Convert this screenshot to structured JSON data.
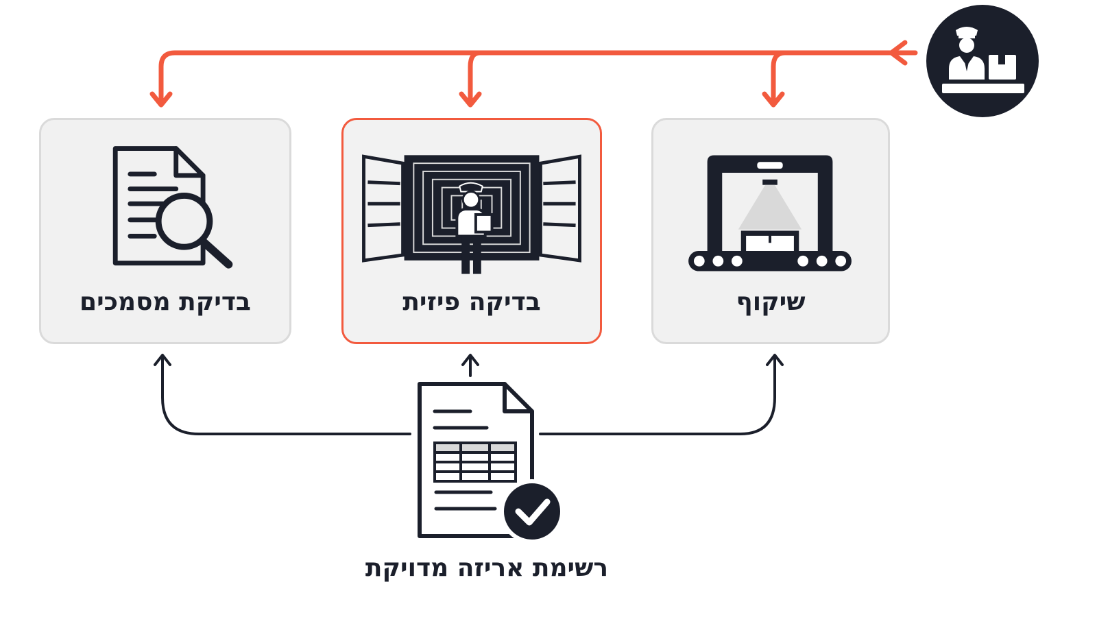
{
  "inspections": {
    "documents": {
      "label": "בדיקת מסמכים",
      "icon": "document-search-icon"
    },
    "physical": {
      "label": "בדיקה פיזית",
      "icon": "container-inspector-icon",
      "highlighted": true
    },
    "xray": {
      "label": "שיקוף",
      "icon": "xray-scanner-icon"
    }
  },
  "packing_list": {
    "label": "רשימת אריזה מדויקת",
    "icon": "packing-list-check-icon"
  },
  "customs_officer": {
    "icon": "customs-officer-icon"
  },
  "colors": {
    "accent": "#f25a3e",
    "dark": "#1b1f2b",
    "card_bg": "#f1f1f1",
    "card_border": "#dadada"
  }
}
